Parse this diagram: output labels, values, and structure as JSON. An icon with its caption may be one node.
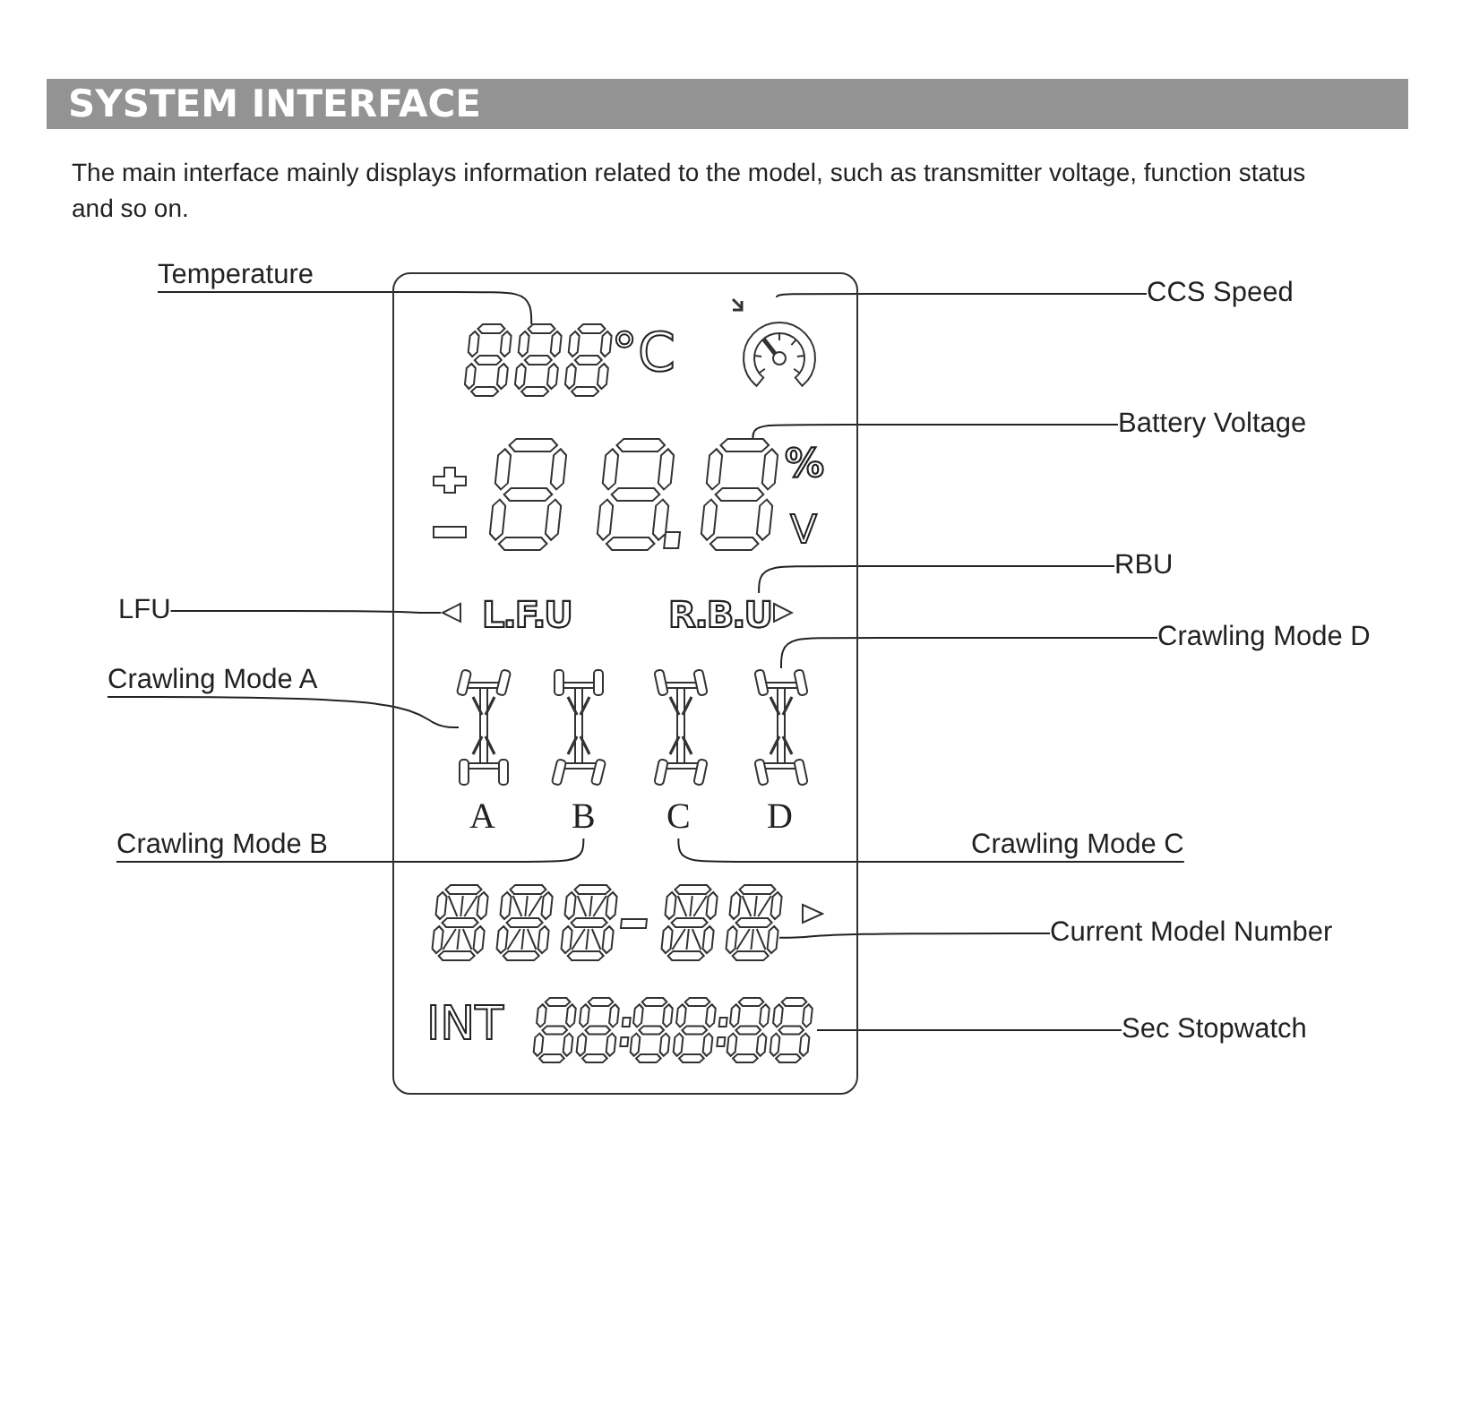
{
  "diagram": {
    "title": "SYSTEM INTERFACE",
    "caption": "The main interface mainly displays information related to the model, such as transmitter voltage, function status and so on.",
    "nodes": [
      {
        "text": [],
        "shape": "box"
      },
      {
        "text": [
          "Temperature"
        ]
      },
      {
        "text": [
          "CCS Speed"
        ]
      },
      {
        "text": [],
        "shape": "picture",
        "in": 0
      },
      {
        "text": [],
        "shape": "picture",
        "in": 0
      },
      {
        "text": [
          "Battery Voltage"
        ]
      },
      {
        "text": [],
        "shape": "picture",
        "in": 0
      },
      {
        "text": [
          "RBU"
        ]
      },
      {
        "text": [
          "LFU"
        ]
      },
      {
        "text": [],
        "shape": "triangle",
        "in": 0
      },
      {
        "text": [
          "R.B.U"
        ],
        "in": 0
      },
      {
        "text": [
          "Crawling Mode D"
        ]
      },
      {
        "text": [
          "Crawling Mode A"
        ]
      },
      {
        "text": [],
        "shape": "picture",
        "in": 0
      },
      {
        "text": [],
        "shape": "picture",
        "in": 0
      },
      {
        "text": [
          "B"
        ],
        "in": 0
      },
      {
        "text": [
          "C"
        ],
        "in": 0
      },
      {
        "text": [
          "Crawling Mode B"
        ]
      },
      {
        "text": [
          "Crawling Mode C"
        ]
      },
      {
        "text": [],
        "shape": "picture",
        "in": 0
      },
      {
        "text": [
          "Current Model Number"
        ]
      },
      {
        "text": [],
        "shape": "picture",
        "in": 0
      },
      {
        "text": [
          "Sec Stopwatch"
        ]
      }
    ],
    "edges": [
      {
        "from": 1,
        "to": 3,
        "arrow": "none"
      },
      {
        "from": 2,
        "to": 4,
        "arrow": "none"
      },
      {
        "from": 5,
        "to": 6,
        "arrow": "none"
      },
      {
        "from": 7,
        "to": 10,
        "arrow": "none"
      },
      {
        "from": 8,
        "to": 9,
        "arrow": "none"
      },
      {
        "from": 11,
        "to": 14,
        "arrow": "none"
      },
      {
        "from": 12,
        "to": 13,
        "arrow": "none"
      },
      {
        "from": 17,
        "to": 15,
        "arrow": "none"
      },
      {
        "from": 18,
        "to": 16,
        "arrow": "none"
      },
      {
        "from": 20,
        "to": 19,
        "arrow": "none"
      },
      {
        "from": 22,
        "to": 21,
        "arrow": "none"
      }
    ],
    "labels": [
      "°C",
      "%",
      "V",
      "L.F.U",
      "A",
      "D",
      "INT"
    ]
  }
}
